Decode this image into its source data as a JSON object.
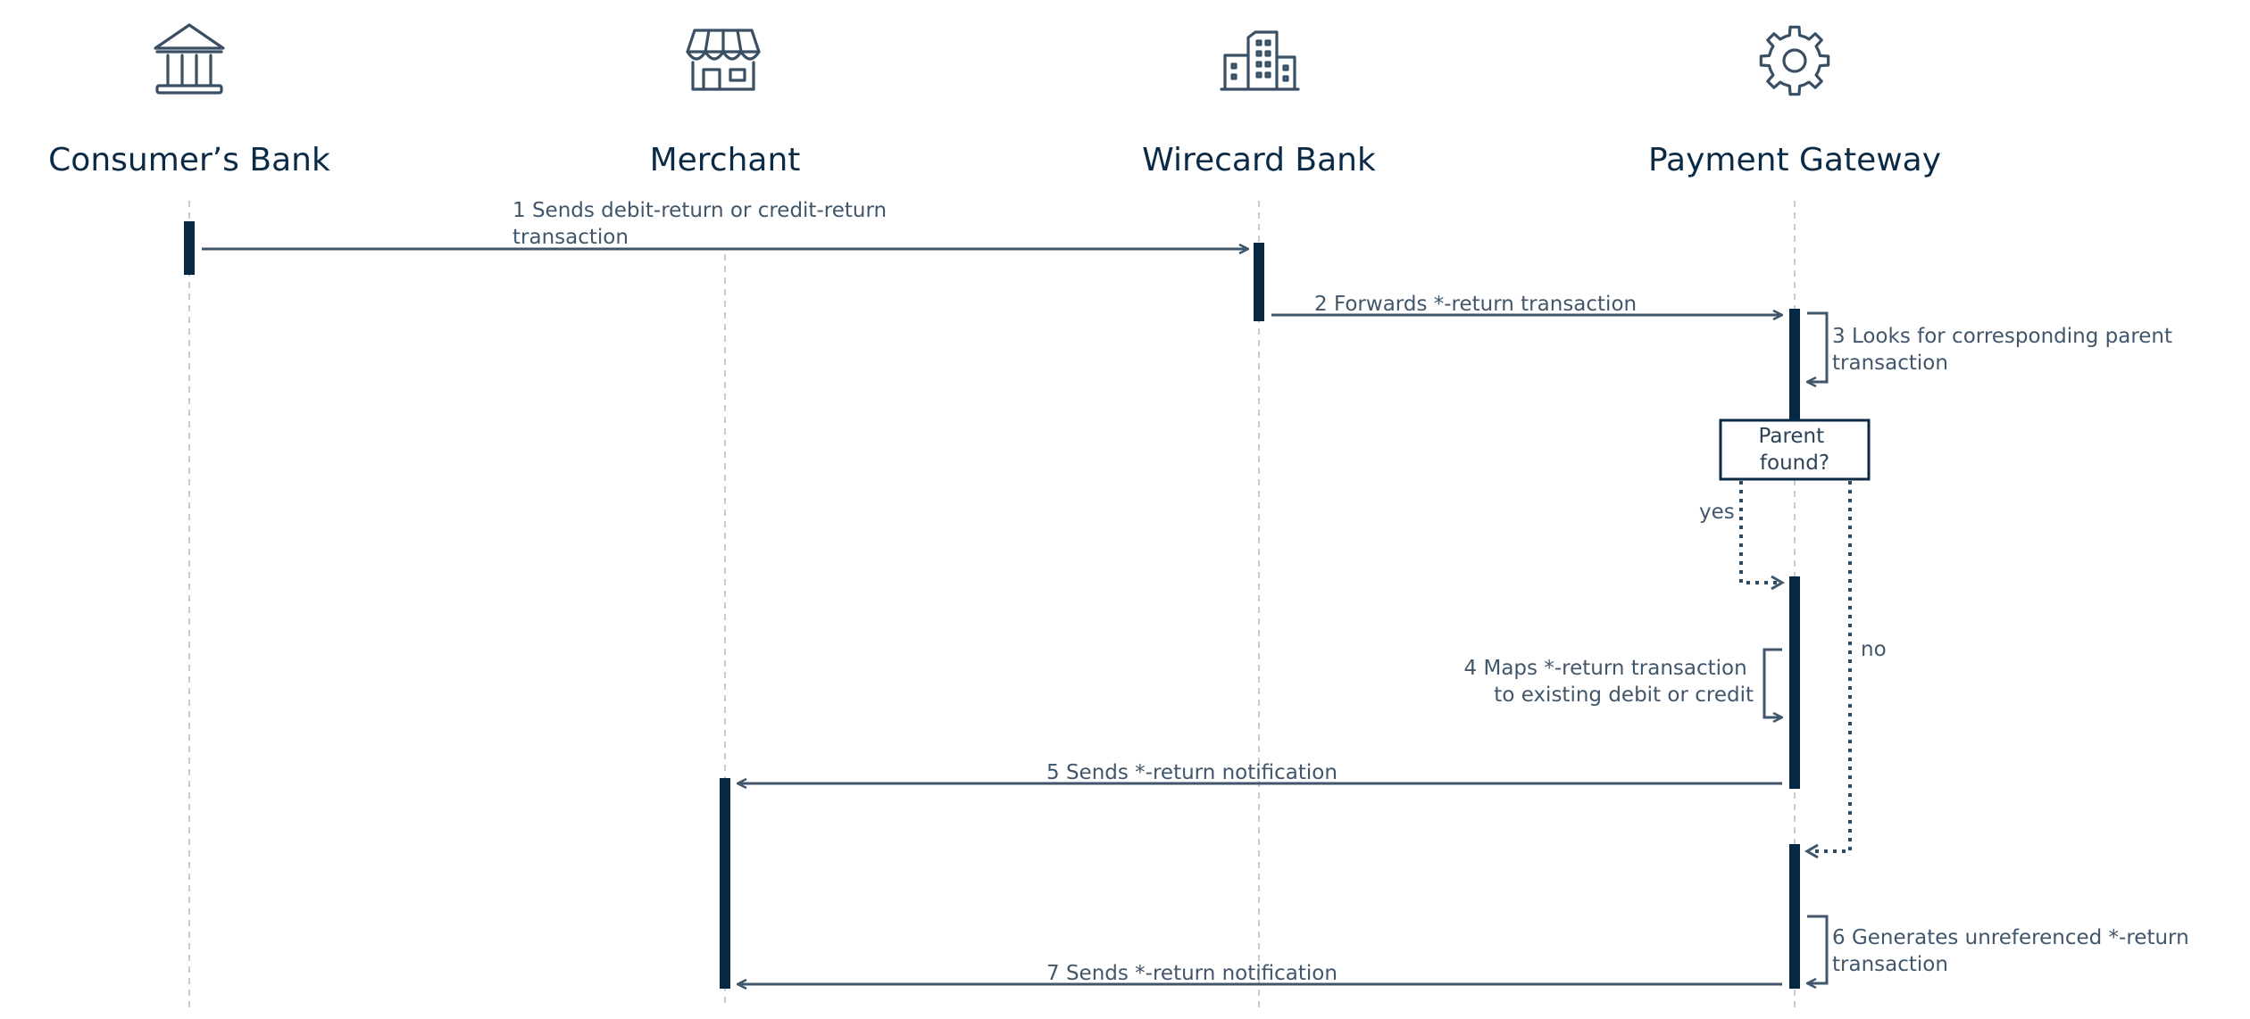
{
  "actors": [
    {
      "name": "Consumer’s Bank",
      "icon": "bank-icon"
    },
    {
      "name": "Merchant",
      "icon": "store-icon"
    },
    {
      "name": "Wirecard Bank",
      "icon": "buildings-icon"
    },
    {
      "name": "Payment Gateway",
      "icon": "gear-icon"
    }
  ],
  "messages": {
    "m1": [
      "1 Sends debit-return or credit-return",
      "transaction"
    ],
    "m2": "2 Forwards *-return transaction",
    "m3": [
      "3 Looks for corresponding parent",
      "transaction"
    ],
    "m4": [
      "4 Maps *-return transaction",
      "to existing debit or credit"
    ],
    "m5": "5 Sends *-return notification",
    "m6": [
      "6 Generates unreferenced *-return",
      "transaction"
    ],
    "m7": "7 Sends *-return notification"
  },
  "decision": {
    "lines": [
      "Parent",
      "found?"
    ],
    "yes": "yes",
    "no": "no"
  },
  "colors": {
    "actor_text": "#0b2a45",
    "message_text": "#41566b",
    "activation_bar": "#062842",
    "lifeline": "#c5ccd3"
  }
}
